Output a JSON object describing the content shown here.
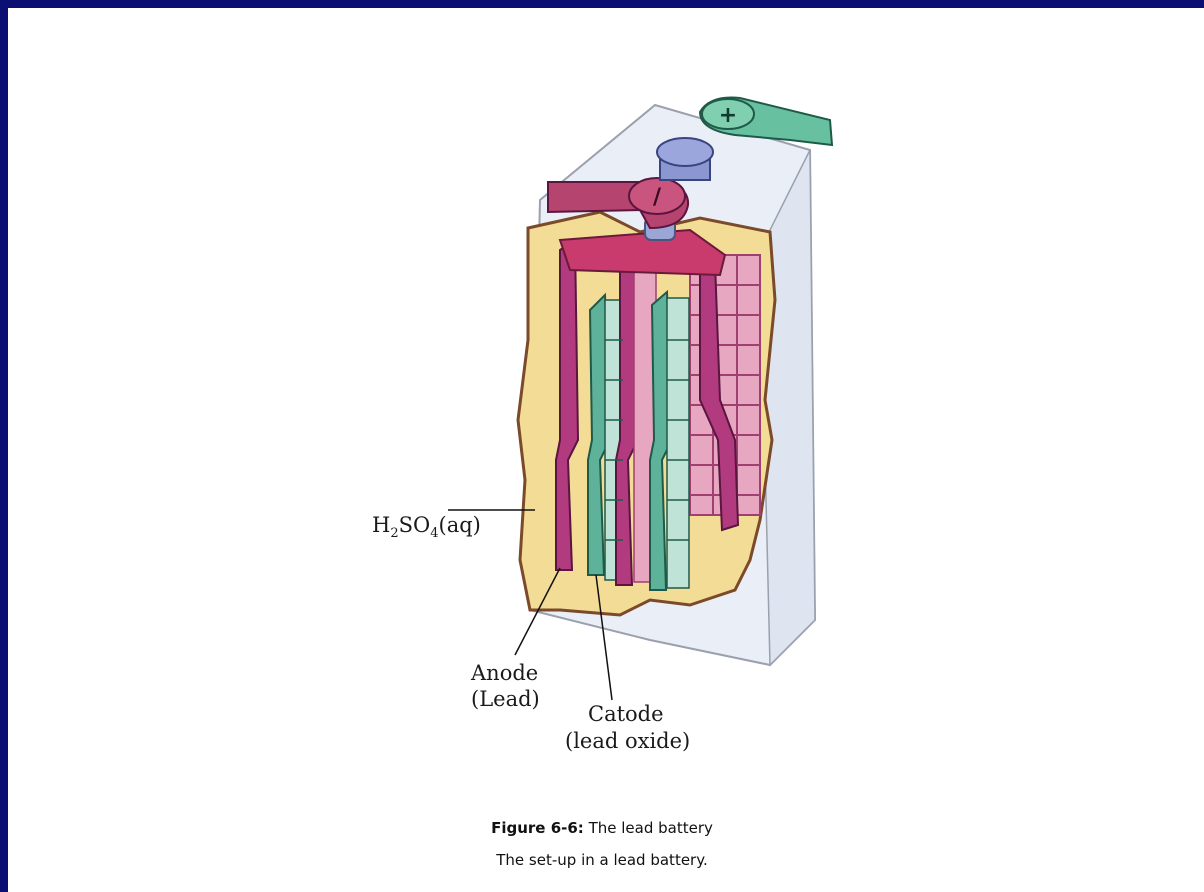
{
  "figure": {
    "labels": {
      "electrolyte_base": "H",
      "electrolyte_sub1": "2",
      "electrolyte_mid": "SO",
      "electrolyte_sub2": "4",
      "electrolyte_end": "(aq)",
      "anode_line1": "Anode",
      "anode_line2": "(Lead)",
      "cathode_line1": "Catode",
      "cathode_line2": "(lead oxide)"
    },
    "terminals": {
      "positive": "+",
      "negative": "/"
    },
    "colors": {
      "frame": "#0b0f73",
      "anode_plate": "#b23a7e",
      "cathode_plate": "#5fb29a",
      "acid": "#f3dc95",
      "casing": "#e8ecf5"
    }
  },
  "caption": {
    "title_bold": "Figure 6-6:",
    "title_rest": " The lead battery",
    "description": "The set-up in a lead battery."
  }
}
